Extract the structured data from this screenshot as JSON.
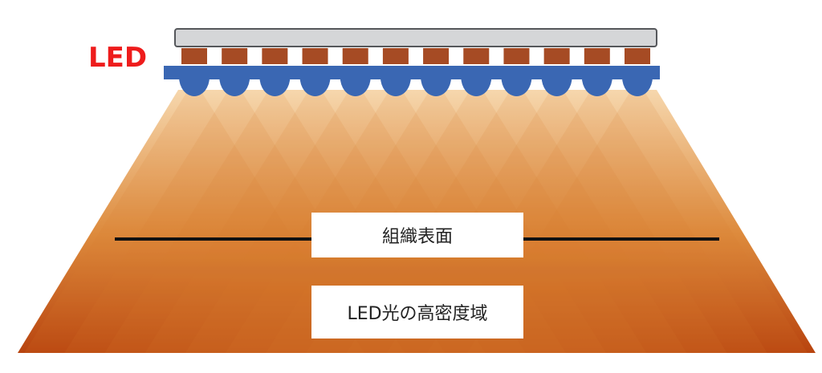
{
  "led_label": "LED",
  "surface_label": "組織表面",
  "zone_label": "LED光の高密度域",
  "led_count": 12,
  "colors": {
    "led_label": "#ee1c1c",
    "rail_fill": "#d5d6d8",
    "rail_stroke": "#55575b",
    "chip": "#a64b24",
    "lens_bar": "#3a67b3",
    "surface_line": "#111111",
    "light_top": "#f6d7ad",
    "light_mid": "#dd8a3c",
    "light_bottom": "#b8440f",
    "cone": "#d77a31"
  }
}
